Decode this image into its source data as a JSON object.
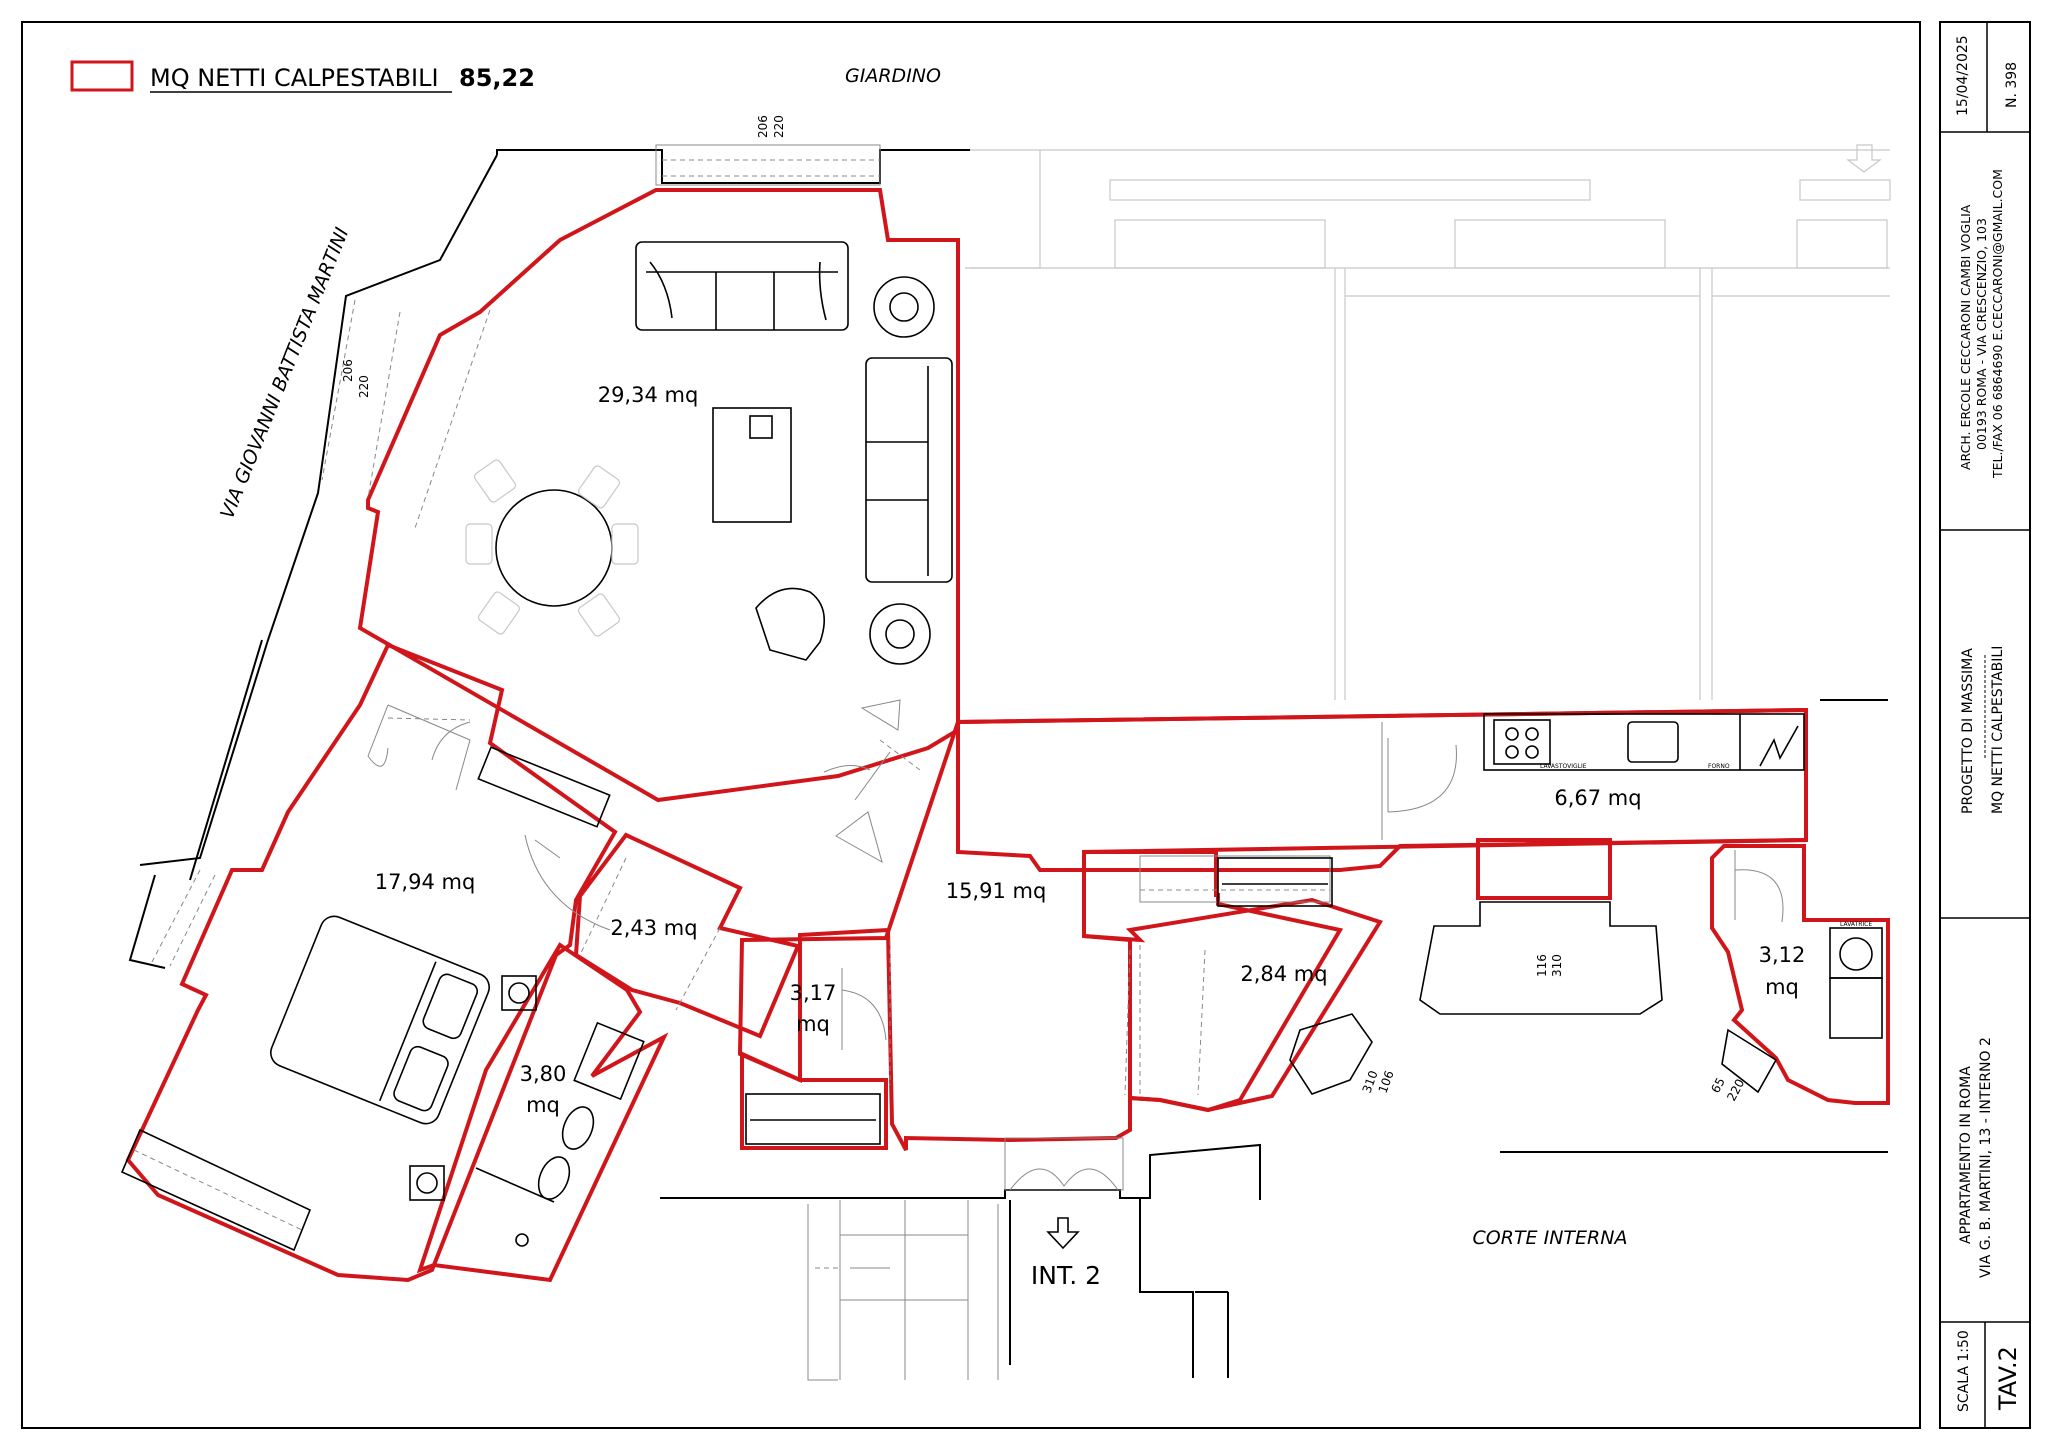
{
  "legend": {
    "label": "MQ NETTI CALPESTABILI",
    "total": "85,22",
    "color": "#d0161b"
  },
  "labels": {
    "giardino": "GIARDINO",
    "street": "VIA GIOVANNI BATTISTA MARTINI",
    "courtyard": "CORTE INTERNA",
    "entrance": "INT. 2"
  },
  "rooms": [
    {
      "id": "living",
      "area": "29,34 mq"
    },
    {
      "id": "bedroom",
      "area": "17,94 mq"
    },
    {
      "id": "hallway",
      "area": "15,91 mq"
    },
    {
      "id": "kitchen",
      "area": "6,67 mq"
    },
    {
      "id": "closet",
      "area": "2,43 mq"
    },
    {
      "id": "storage",
      "area": "2,84 mq"
    },
    {
      "id": "wc-small",
      "area_line1": "3,12",
      "area_line2": "mq"
    },
    {
      "id": "entry",
      "area_line1": "3,17",
      "area_line2": "mq"
    },
    {
      "id": "bathroom",
      "area_line1": "3,80",
      "area_line2": "mq"
    }
  ],
  "window_dims": {
    "garden": [
      "206",
      "220"
    ],
    "street": [
      "206",
      "220"
    ],
    "court_center": [
      "116",
      "310"
    ],
    "court_left": [
      "106",
      "310"
    ],
    "court_right": [
      "65",
      "220"
    ]
  },
  "appliances": {
    "dishwasher": "LAVASTOVIGLIE",
    "oven": "FORNO",
    "washer": "LAVATRICE"
  },
  "title_block": {
    "date": "15/04/2025",
    "number": "N. 398",
    "architect_name": "ARCH. ERCOLE CECCARONI CAMBI VOGLIA",
    "architect_address": "00193 ROMA - VIA CRESCENZIO, 103",
    "architect_contact": "TEL./FAX 06 6864690 E.CECCARONI@GMAIL.COM",
    "project": "PROGETTO DI MASSIMA",
    "subject": "MQ NETTI CALPESTABILI",
    "property_line1": "APPARTAMENTO IN ROMA",
    "property_line2": "VIA G. B. MARTINI, 13 - INTERNO 2",
    "scale": "SCALA 1:50",
    "sheet": "TAV.2"
  }
}
